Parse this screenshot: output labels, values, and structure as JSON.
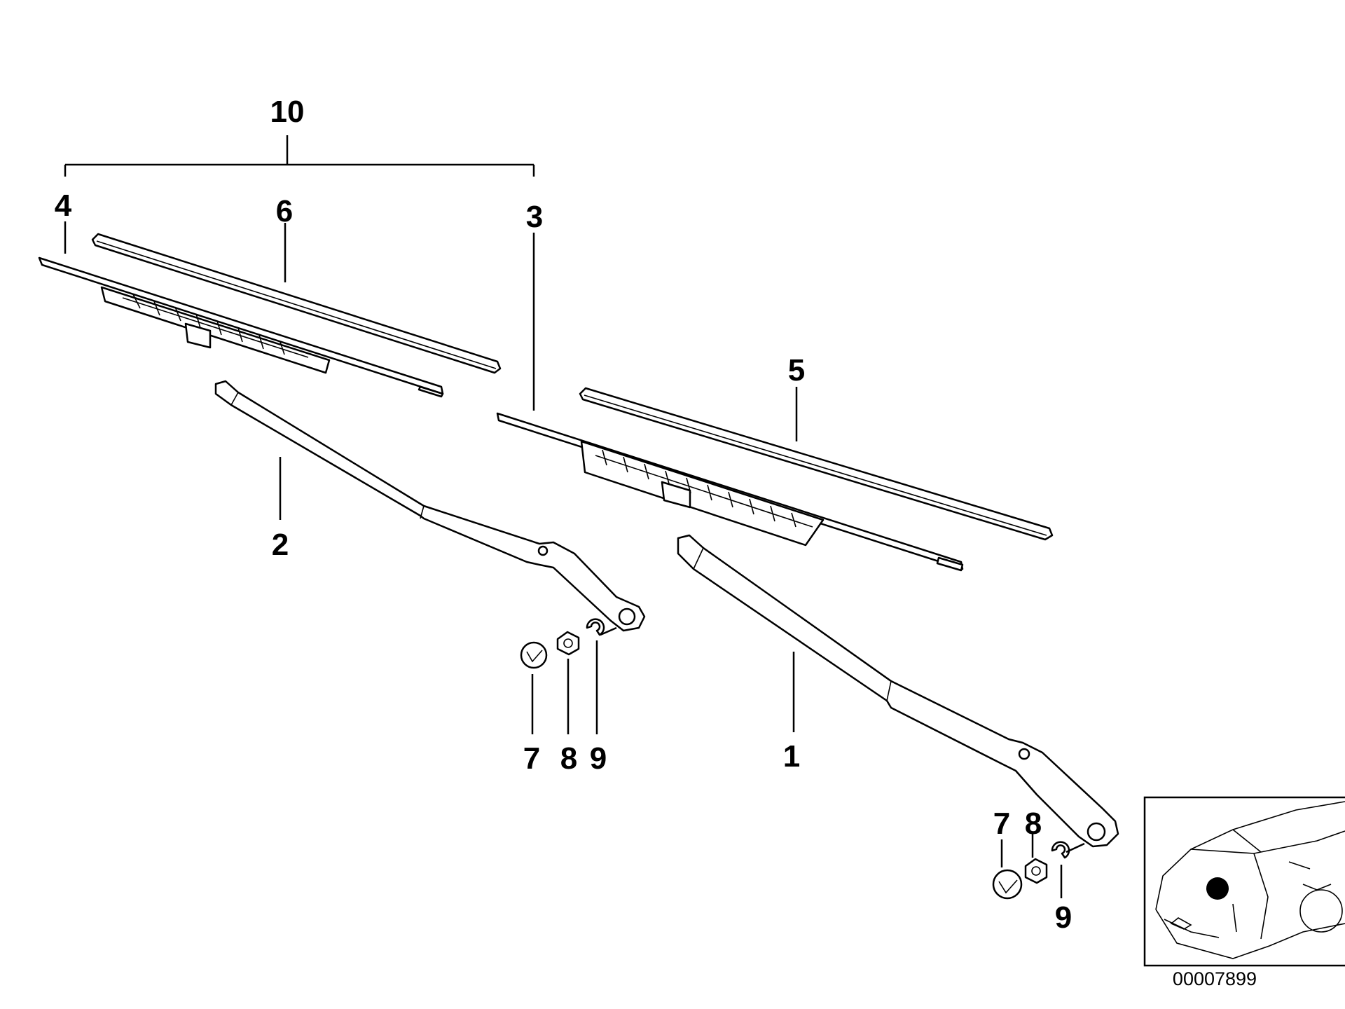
{
  "diagram": {
    "callouts": {
      "c10": "10",
      "c4": "4",
      "c6": "6",
      "c3": "3",
      "c5": "5",
      "c2": "2",
      "c1": "1",
      "c7_left": "7",
      "c8_left": "8",
      "c9_left": "9",
      "c7_right": "7",
      "c8_right": "8",
      "c9_right": "9"
    },
    "reference_number": "00007899",
    "locator_marker_color": "#000000",
    "line_color": "#000000",
    "background_color": "#ffffff"
  }
}
